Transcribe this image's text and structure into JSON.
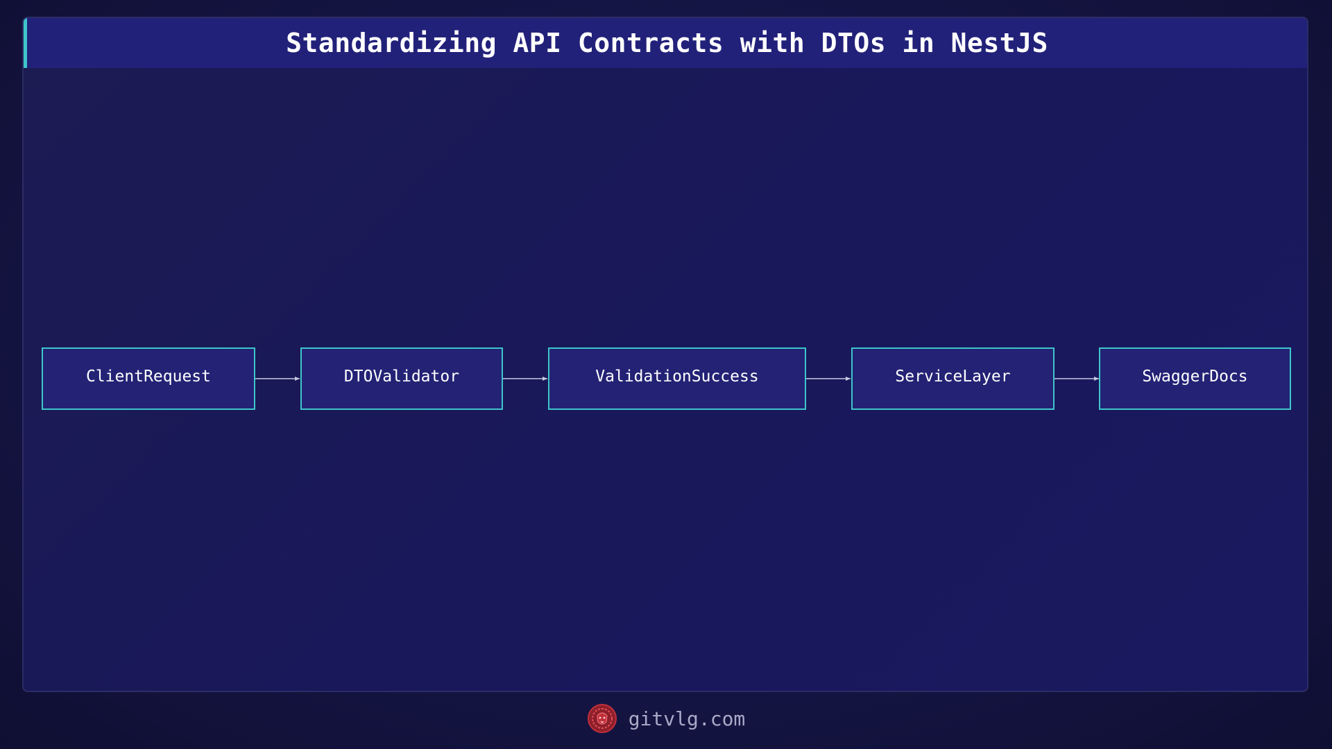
{
  "title": "Standardizing API Contracts with DTOs in NestJS",
  "nodes": [
    {
      "label": "ClientRequest"
    },
    {
      "label": "DTOValidator"
    },
    {
      "label": "ValidationSuccess"
    },
    {
      "label": "ServiceLayer"
    },
    {
      "label": "SwaggerDocs"
    }
  ],
  "edges": [
    {
      "from": "ClientRequest",
      "to": "DTOValidator"
    },
    {
      "from": "DTOValidator",
      "to": "ValidationSuccess"
    },
    {
      "from": "ValidationSuccess",
      "to": "ServiceLayer"
    },
    {
      "from": "ServiceLayer",
      "to": "SwaggerDocs"
    }
  ],
  "footer": {
    "site": "gitvlg.com",
    "logo_icon": "lion-head-logo"
  },
  "colors": {
    "accent": "#3ec6c9",
    "node_fill": "#232275",
    "title_bar": "#22217a",
    "logo": "#c0303a"
  }
}
